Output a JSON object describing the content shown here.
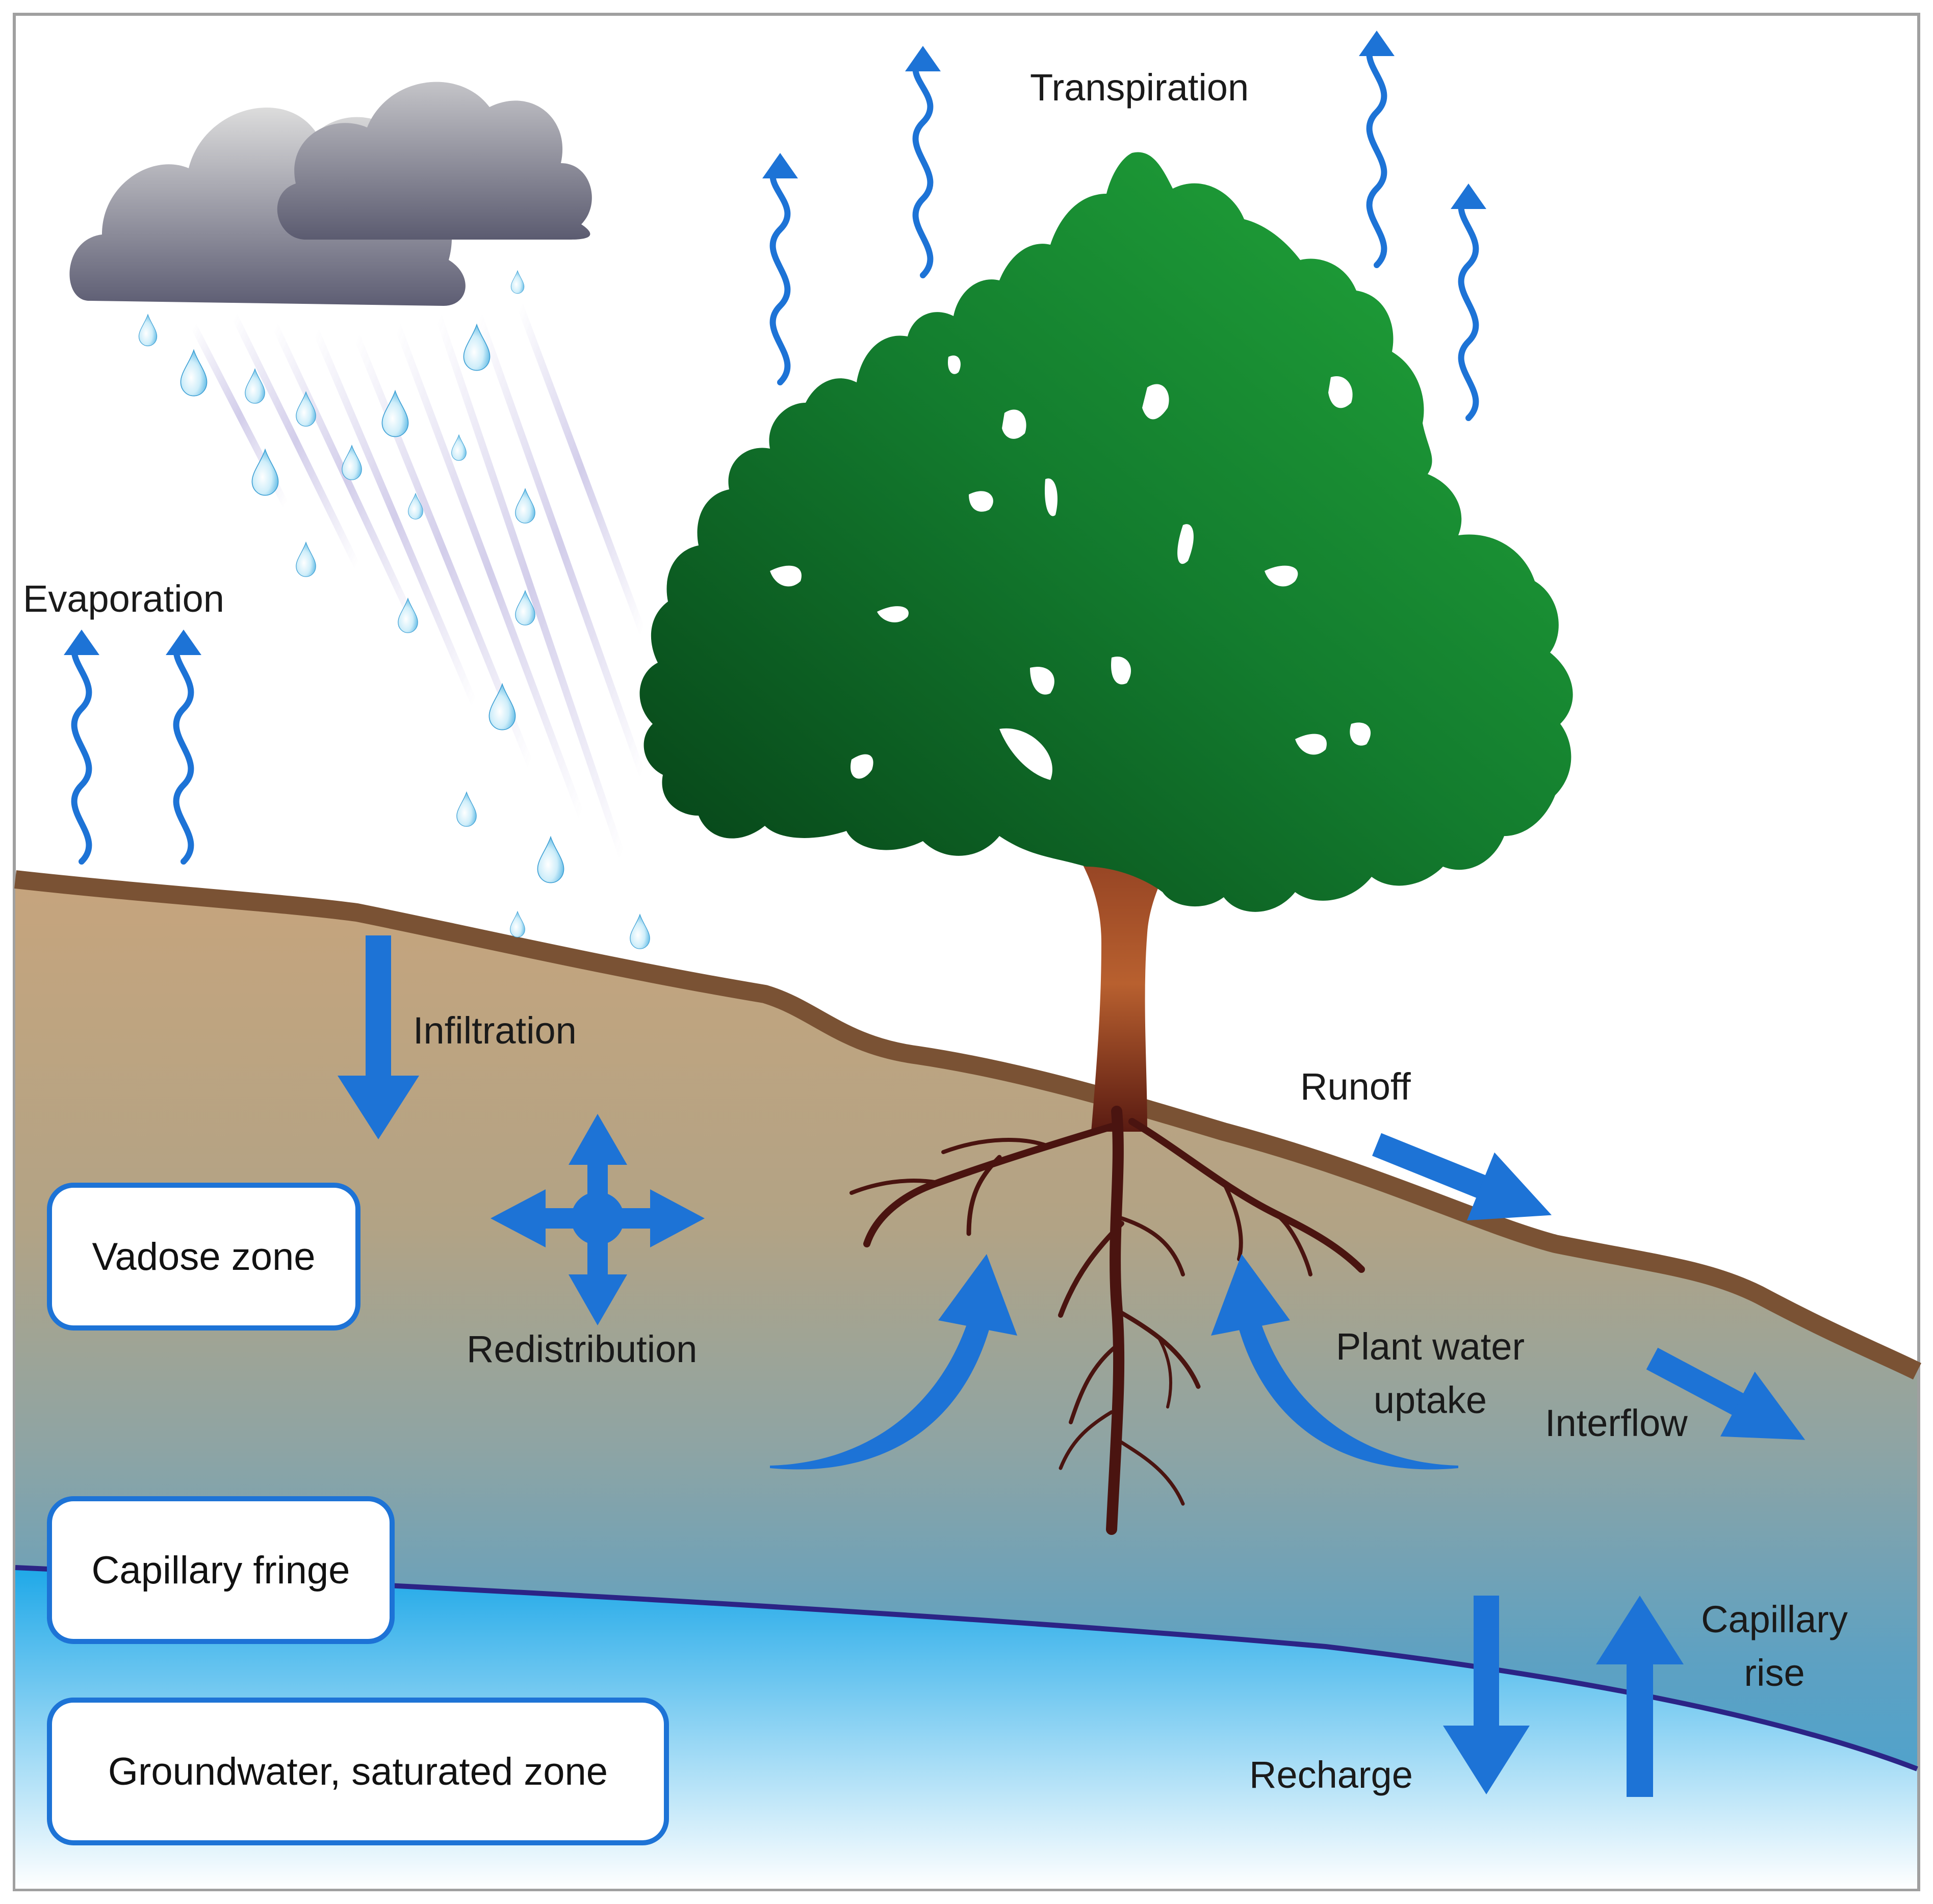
{
  "labels": {
    "transpiration": "Transpiration",
    "evaporation": "Evaporation",
    "infiltration": "Infiltration",
    "runoff": "Runoff",
    "redistribution": "Redistribution",
    "plant_water_uptake_line1": "Plant water",
    "plant_water_uptake_line2": "uptake",
    "interflow": "Interflow",
    "capillary_rise_line1": "Capillary",
    "capillary_rise_line2": "rise",
    "recharge": "Recharge"
  },
  "zones": {
    "vadose": "Vadose zone",
    "capillary_fringe": "Capillary fringe",
    "groundwater": "Groundwater, saturated zone"
  },
  "colors": {
    "arrow_blue": "#1d73d6",
    "soil_line": "#7a5234",
    "water_table": "#2b2486",
    "tree_dark": "#0b4d1e",
    "tree_light": "#1fa63a",
    "trunk": "#a8552c",
    "roots": "#4a1410",
    "cloud_dark": "#5e5e73",
    "cloud_light": "#dadada",
    "frame": "#a0a0a0"
  },
  "icons": [
    "cloud-icon",
    "raindrop-icon",
    "tree-icon",
    "arrow-icon",
    "wavy-arrow-icon"
  ]
}
